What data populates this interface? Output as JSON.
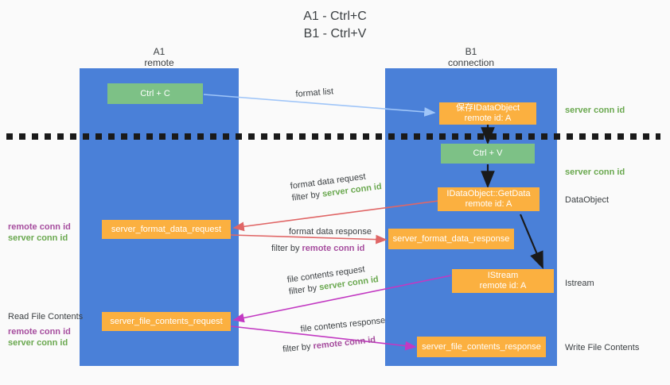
{
  "title": {
    "line1": "A1 - Ctrl+C",
    "line2": "B1 - Ctrl+V"
  },
  "colors": {
    "panel_blue": "#4a80d8",
    "box_green": "#7dc186",
    "box_orange": "#fbb040",
    "server_conn_green": "#6aa84f",
    "remote_conn_purple": "#a64d9e",
    "arrow_blue": "#9fc5f8",
    "arrow_red": "#e06666",
    "arrow_magenta": "#c239c2",
    "arrow_black": "#1a1a1a",
    "separator_black": "#1a1a1a"
  },
  "lanes": [
    {
      "id": "a1",
      "line1": "A1",
      "line2": "remote"
    },
    {
      "id": "b1",
      "line1": "B1",
      "line2": "connection"
    }
  ],
  "boxes": {
    "ctrl_c": {
      "label": "Ctrl + C",
      "kind": "green"
    },
    "ctrl_v": {
      "label": "Ctrl + V",
      "kind": "green"
    },
    "save_idataobject": {
      "line1": "保存IDataObject",
      "line2": "remote id: A",
      "kind": "orange"
    },
    "getdata": {
      "line1": "IDataObject::GetData",
      "line2": "remote id: A",
      "kind": "orange"
    },
    "istream": {
      "line1": "IStream",
      "line2": "remote id: A",
      "kind": "orange"
    },
    "server_format_data_request": {
      "label": "server_format_data_request",
      "kind": "orange"
    },
    "server_format_data_response": {
      "label": "server_format_data_response",
      "kind": "orange"
    },
    "server_file_contents_request": {
      "label": "server_file_contents_request",
      "kind": "orange"
    },
    "server_file_contents_response": {
      "label": "server_file_contents_response",
      "kind": "orange"
    }
  },
  "edge_labels": {
    "format_list": "format list",
    "format_data_request": "format data request",
    "format_data_request_filter_prefix": "filter by ",
    "format_data_request_filter_value": "server conn id",
    "format_data_response": "format data response",
    "format_data_response_filter_prefix": "filter by ",
    "format_data_response_filter_value": "remote conn id",
    "file_contents_request": "file contents request",
    "file_contents_request_filter_prefix": "filter by ",
    "file_contents_request_filter_value": "server conn id",
    "file_contents_response": "file contents response",
    "file_contents_response_filter_prefix": "filter by ",
    "file_contents_response_filter_value": "remote conn id"
  },
  "right_annotations": [
    {
      "id": "server-conn-id-top",
      "text": "server conn id",
      "style": "green"
    },
    {
      "id": "server-conn-id-mid",
      "text": "server conn id",
      "style": "green"
    },
    {
      "id": "dataobject",
      "text": "DataObject",
      "style": "plain"
    },
    {
      "id": "istream",
      "text": "Istream",
      "style": "plain"
    },
    {
      "id": "write-file-contents",
      "text": "Write File Contents",
      "style": "plain"
    }
  ],
  "left_annotations": [
    {
      "id": "remote-conn-id-1",
      "text": "remote conn id",
      "style": "purple"
    },
    {
      "id": "server-conn-id-1",
      "text": "server conn id",
      "style": "green"
    },
    {
      "id": "read-file-contents",
      "text": "Read File Contents",
      "style": "plain"
    },
    {
      "id": "remote-conn-id-2",
      "text": "remote conn id",
      "style": "purple"
    },
    {
      "id": "server-conn-id-2",
      "text": "server conn id",
      "style": "green"
    }
  ]
}
